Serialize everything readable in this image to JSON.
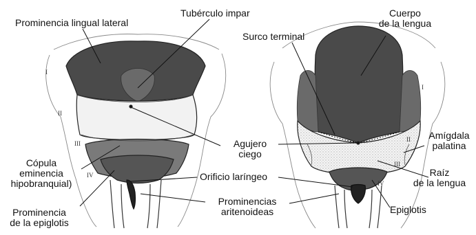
{
  "labels": {
    "prominencia_lingual_lateral": "Prominencia lingual lateral",
    "tuberculo_impar": "Tubérculo impar",
    "surco_terminal": "Surco terminal",
    "cuerpo_lengua_1": "Cuerpo",
    "cuerpo_lengua_2": "de la lengua",
    "agujero_ciego_1": "Agujero",
    "agujero_ciego_2": "ciego",
    "copula_1": "Cópula",
    "copula_2": "eminencia",
    "copula_3": "hipobranquial)",
    "orificio_laringeo": "Orificio laríngeo",
    "prominencias_aritenoideas_1": "Prominencias",
    "prominencias_aritenoideas_2": "aritenoideas",
    "prominencia_epiglotis_1": "Prominencia",
    "prominencia_epiglotis_2": "de la epiglotis",
    "amigdala_palatina_1": "Amígdala",
    "amigdala_palatina_2": "palatina",
    "raiz_lengua_1": "Raíz",
    "raiz_lengua_2": "de la lengua",
    "epiglotis": "Epiglotis"
  },
  "arch_numerals": {
    "left_i": "I",
    "left_ii": "II",
    "left_iii": "III",
    "left_iv": "IV",
    "right_i": "I",
    "right_ii": "II",
    "right_iii": "III",
    "right_iv": "IV"
  },
  "colors": {
    "dark_tissue": "#4a4a4a",
    "mid_tissue": "#7a7a7a",
    "light_tissue": "#f2f2f2",
    "outline": "#222222"
  }
}
